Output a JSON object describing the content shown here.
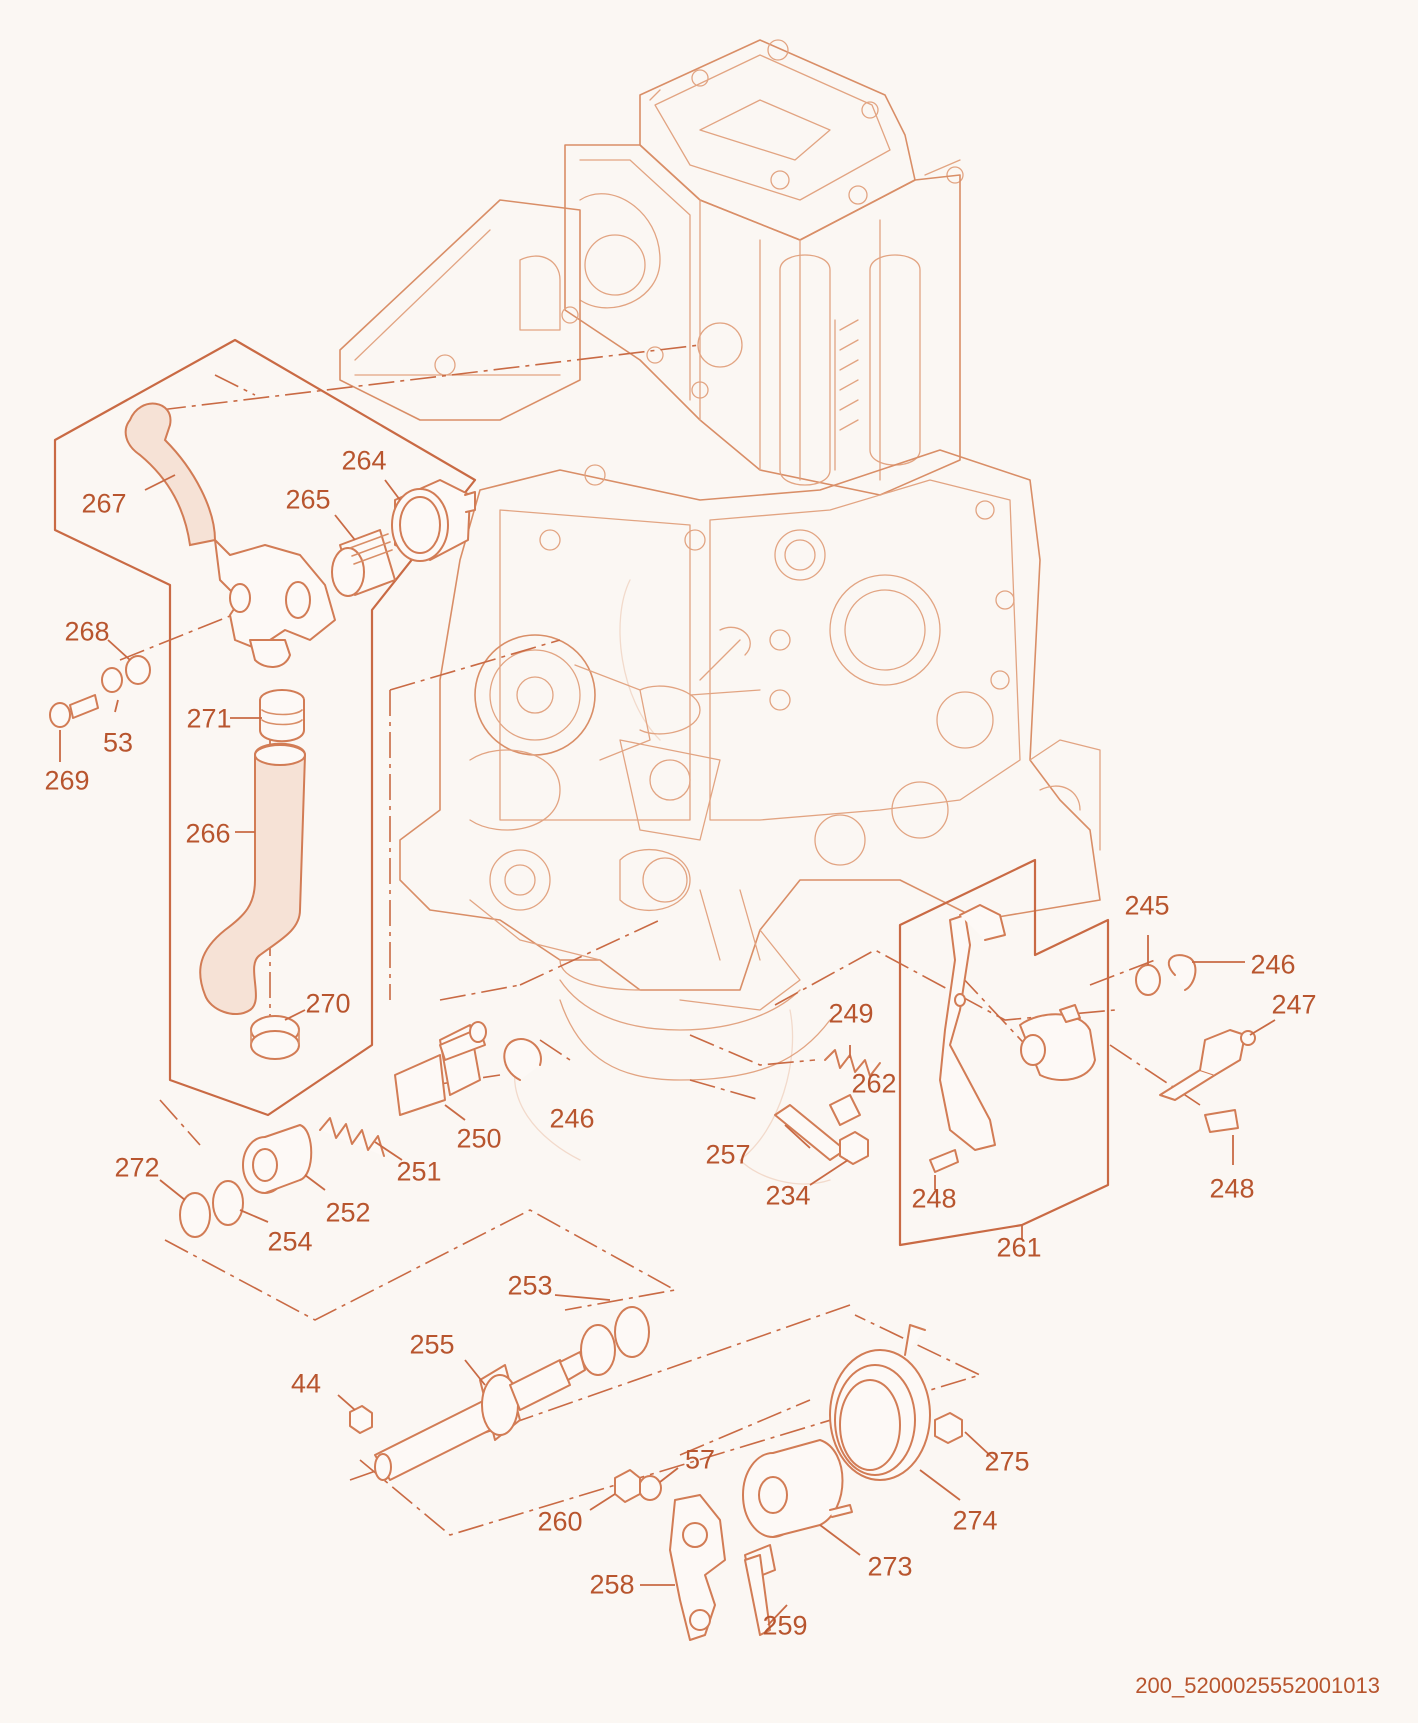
{
  "diagram_id": "200_5200025552001013",
  "colors": {
    "line": "#d27c55",
    "label": "#b8552e",
    "background": "#fbf7f3"
  },
  "labels": {
    "l264": "264",
    "l265": "265",
    "l267": "267",
    "l268": "268",
    "l53": "53",
    "l269": "269",
    "l271": "271",
    "l266": "266",
    "l270": "270",
    "l245": "245",
    "l246a": "246",
    "l247": "247",
    "l249": "249",
    "l262": "262",
    "l257": "257",
    "l234": "234",
    "l248a": "248",
    "l248b": "248",
    "l261": "261",
    "l250": "250",
    "l246b": "246",
    "l251": "251",
    "l272": "272",
    "l252": "252",
    "l254": "254",
    "l253": "253",
    "l255": "255",
    "l44": "44",
    "l57": "57",
    "l260": "260",
    "l275": "275",
    "l274": "274",
    "l273": "273",
    "l258": "258",
    "l259": "259"
  }
}
